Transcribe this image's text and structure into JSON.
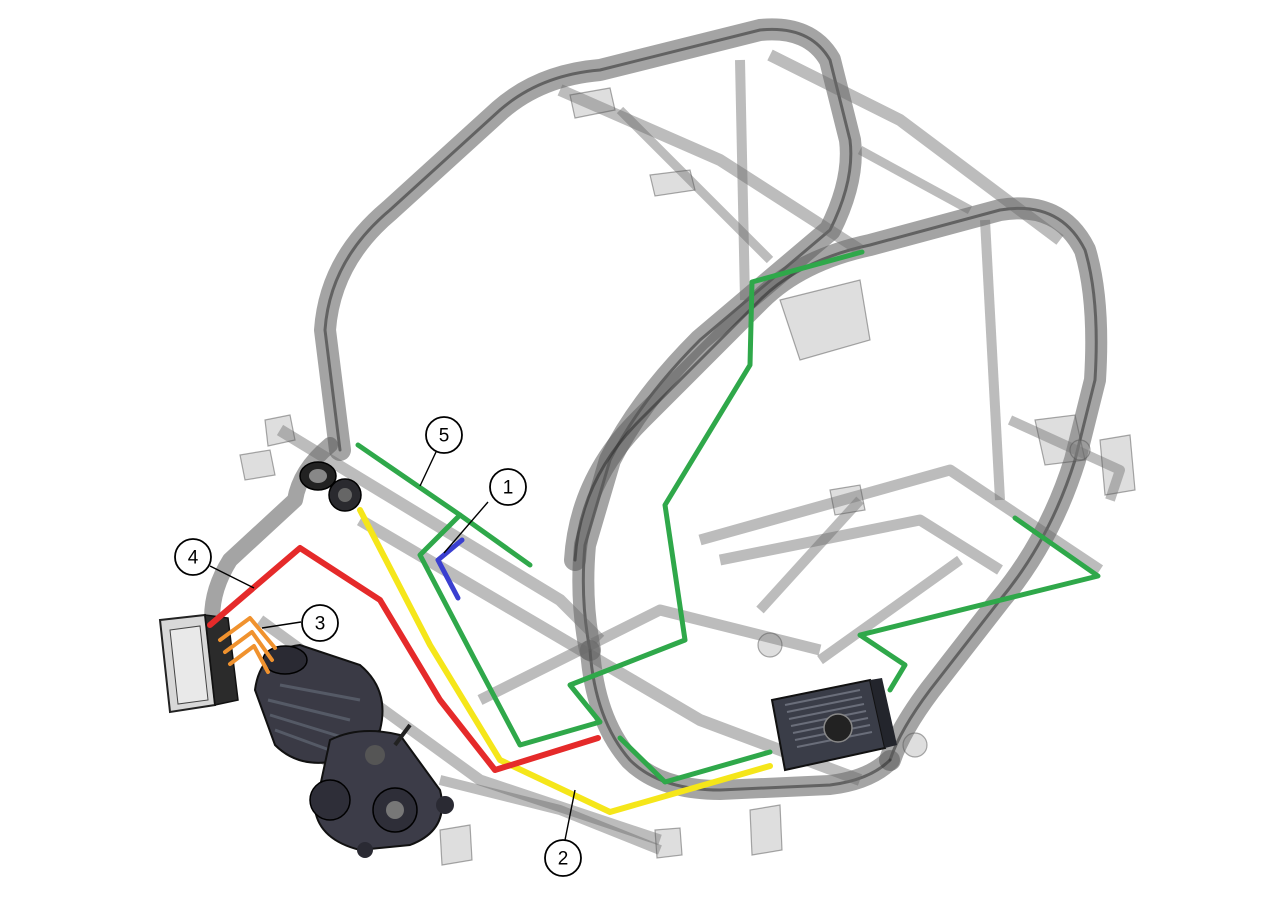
{
  "colors": {
    "background": "#ffffff",
    "wire_green": "#2fa84a",
    "wire_yellow": "#f5e61a",
    "wire_red": "#e52a2a",
    "wire_orange": "#f0922e",
    "wire_blue": "#3a3fd0",
    "frame_tube": "#4a4a4a"
  },
  "callouts": [
    {
      "id": "1",
      "label": "1"
    },
    {
      "id": "2",
      "label": "2"
    },
    {
      "id": "3",
      "label": "3"
    },
    {
      "id": "4",
      "label": "4"
    },
    {
      "id": "5",
      "label": "5"
    }
  ]
}
